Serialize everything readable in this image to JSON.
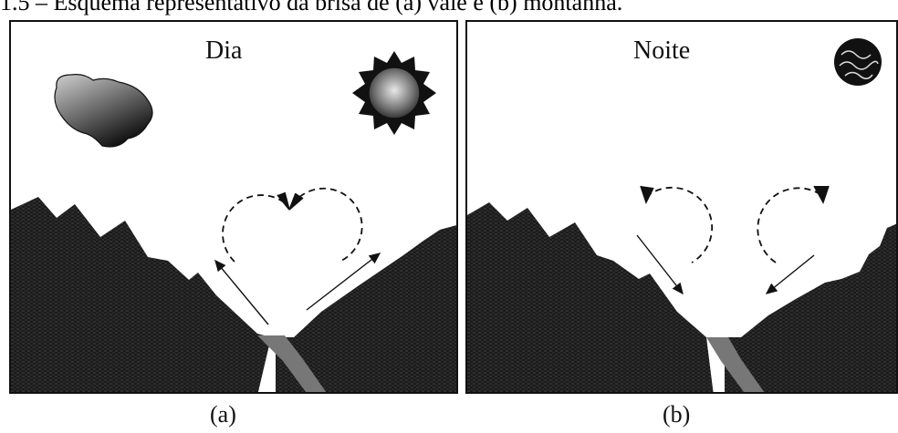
{
  "caption": "1.5 – Esquema representativo da brisa de (a) vale e (b) montanha.",
  "panels": [
    {
      "title": "Dia",
      "label": "(a)"
    },
    {
      "title": "Noite",
      "label": "(b)"
    }
  ],
  "colors": {
    "terrain": "#1b1b1b",
    "line": "#111111"
  }
}
